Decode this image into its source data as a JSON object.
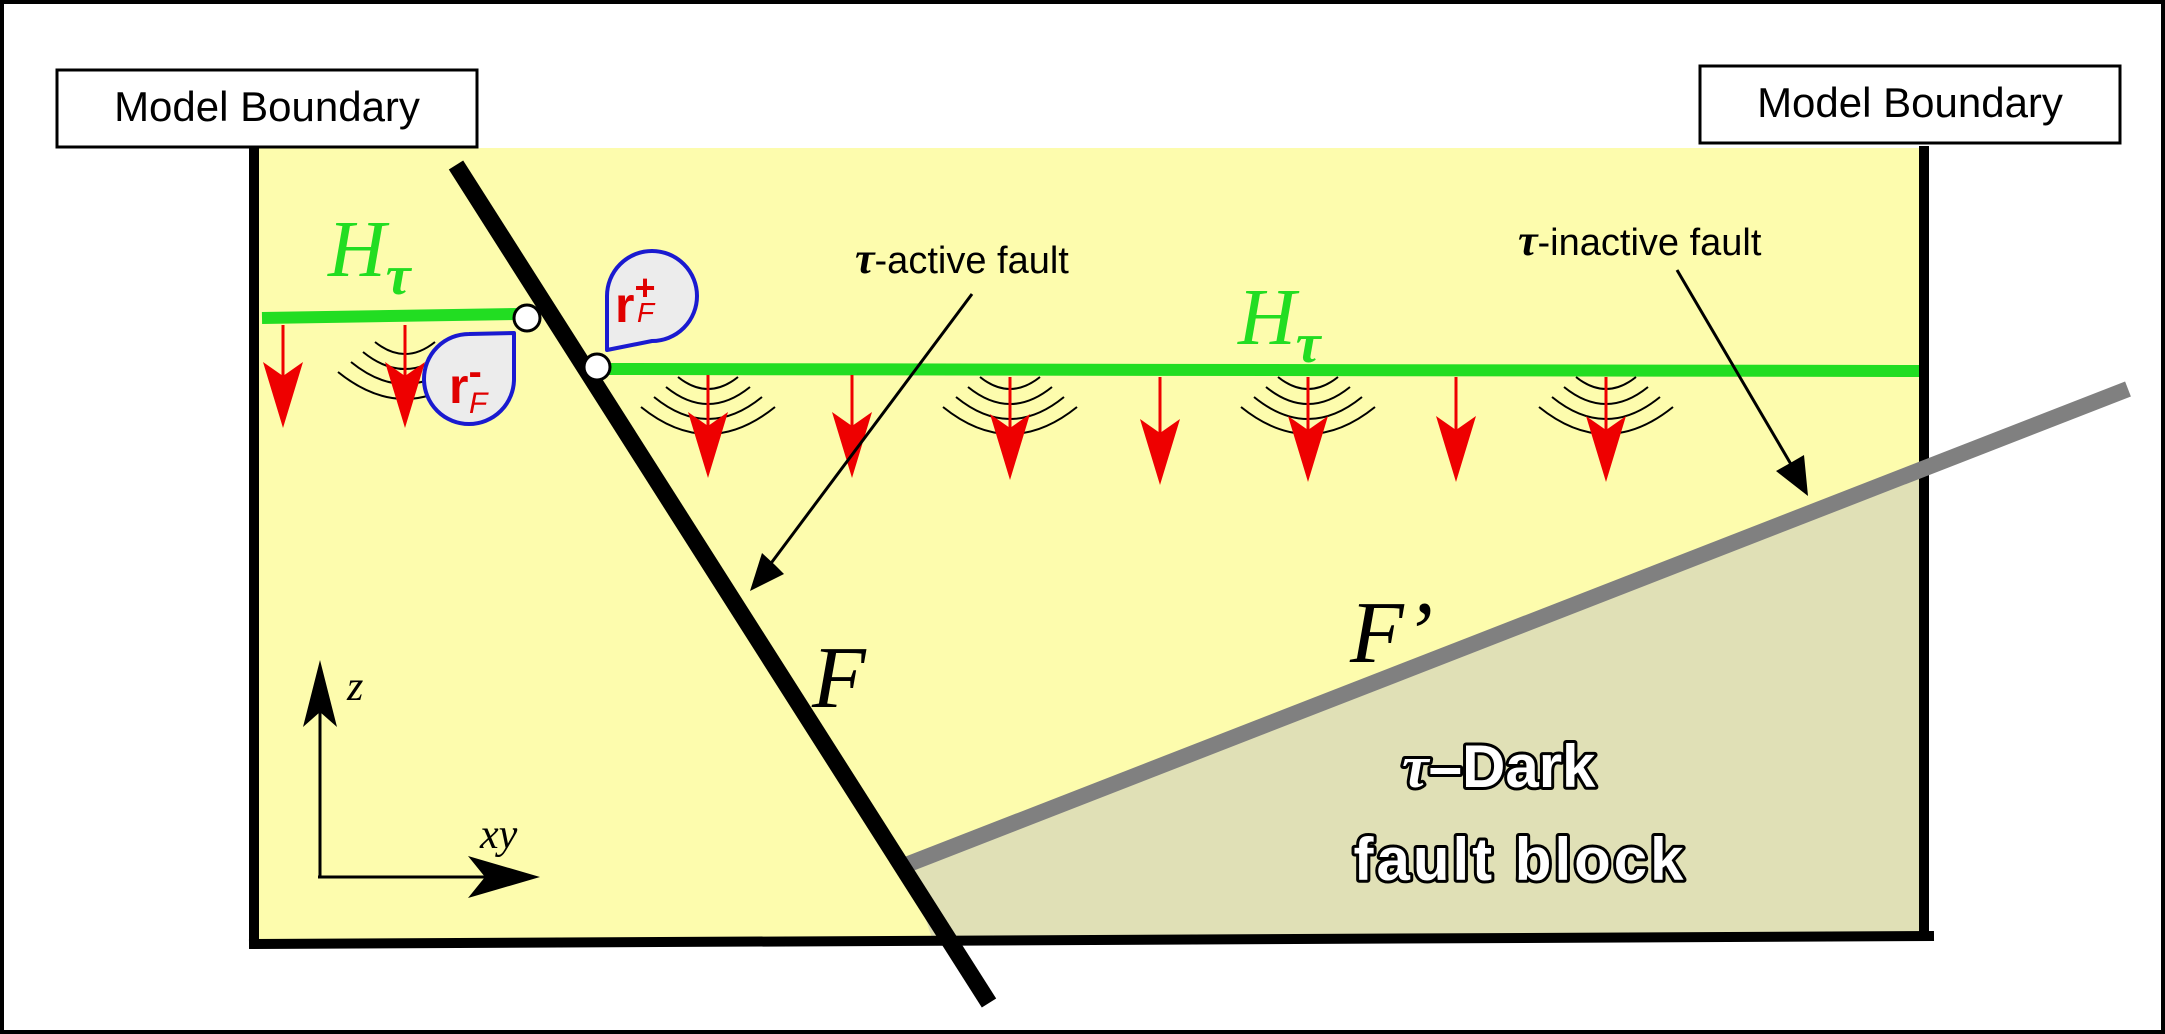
{
  "labels": {
    "model_boundary_left": "Model Boundary",
    "model_boundary_right": "Model Boundary",
    "horizon_symbol": "H",
    "tau": "τ",
    "active_fault_suffix": "-active fault",
    "inactive_fault_suffix": "-inactive fault",
    "fault_f": "F",
    "fault_f_prime": "F’",
    "r_letter": "r",
    "r_subscript": "F",
    "r_plus": "+",
    "r_minus": "-",
    "axis_z": "z",
    "axis_xy": "xy",
    "dark_block_line1_suffix": "–Dark",
    "dark_block_line2": "fault block"
  },
  "colors": {
    "model_fill": "#fdfcad",
    "dark_block_fill": "#e0e0b6",
    "horizon": "#22dd22",
    "arrow": "#ee0000",
    "active_fault": "#000000",
    "inactive_fault": "#808080",
    "balloon_outline": "#1a1ad0",
    "balloon_fill": "#ececec"
  }
}
